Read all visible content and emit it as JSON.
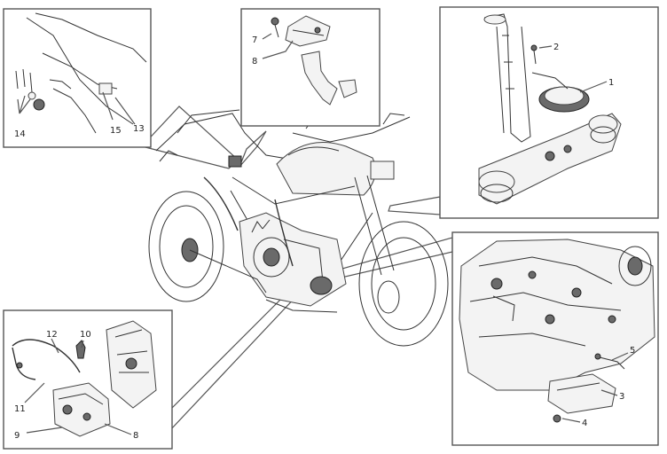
{
  "panels": {
    "top_left": {
      "callouts": [
        "14",
        "15",
        "13"
      ]
    },
    "top_center": {
      "callouts": [
        "7",
        "8"
      ]
    },
    "top_right": {
      "callouts": [
        "2",
        "1"
      ]
    },
    "bottom_left": {
      "callouts": [
        "12",
        "10",
        "11",
        "9",
        "8"
      ]
    },
    "bottom_right": {
      "callouts": [
        "5",
        "3",
        "4"
      ]
    }
  }
}
